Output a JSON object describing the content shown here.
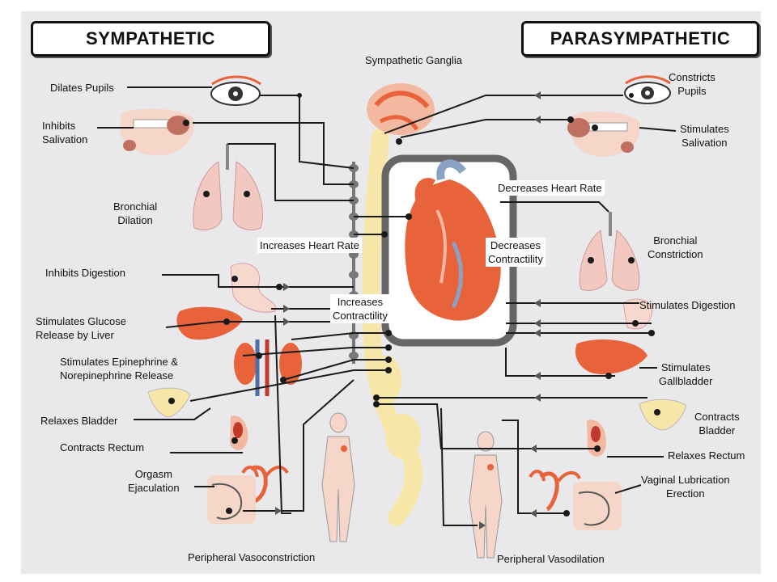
{
  "titles": {
    "sympathetic": "SYMPATHETIC",
    "parasympathetic": "PARASYMPATHETIC"
  },
  "labels": {
    "sympathetic_ganglia": "Sympathetic Ganglia",
    "dilates_pupils": "Dilates Pupils",
    "inhibits_salivation": "Inhibits\nSalivation",
    "bronchial_dilation": "Bronchial\nDilation",
    "increases_heart_rate": "Increases Heart Rate",
    "inhibits_digestion": "Inhibits Digestion",
    "increases_contractility": "Increases\nContractility",
    "stimulates_glucose": "Stimulates Glucose\nRelease by Liver",
    "stimulates_epinephrine": "Stimulates Epinephrine &\nNorepinephrine Release",
    "relaxes_bladder": "Relaxes Bladder",
    "contracts_rectum": "Contracts Rectum",
    "orgasm_ejaculation": "Orgasm\nEjaculation",
    "peripheral_vasoconstriction": "Peripheral Vasoconstriction",
    "constricts_pupils": "Constricts\nPupils",
    "stimulates_salivation": "Stimulates\nSalivation",
    "decreases_heart_rate": "Decreases Heart Rate",
    "decreases_contractility": "Decreases\nContractility",
    "bronchial_constriction": "Bronchial\nConstriction",
    "stimulates_digestion": "Stimulates Digestion",
    "stimulates_gallbladder": "Stimulates\nGallbladder",
    "contracts_bladder": "Contracts\nBladder",
    "relaxes_rectum": "Relaxes Rectum",
    "vaginal_lubrication_erection": "Vaginal Lubrication\nErection",
    "peripheral_vasodilation": "Peripheral Vasodilation"
  },
  "colors": {
    "background": "#e9e9ec",
    "line": "#1a1a1a",
    "organ": "#e8623a",
    "organ_light": "#f3b9a0",
    "skin": "#f5d6c8",
    "spine": "#f6e6a8"
  }
}
